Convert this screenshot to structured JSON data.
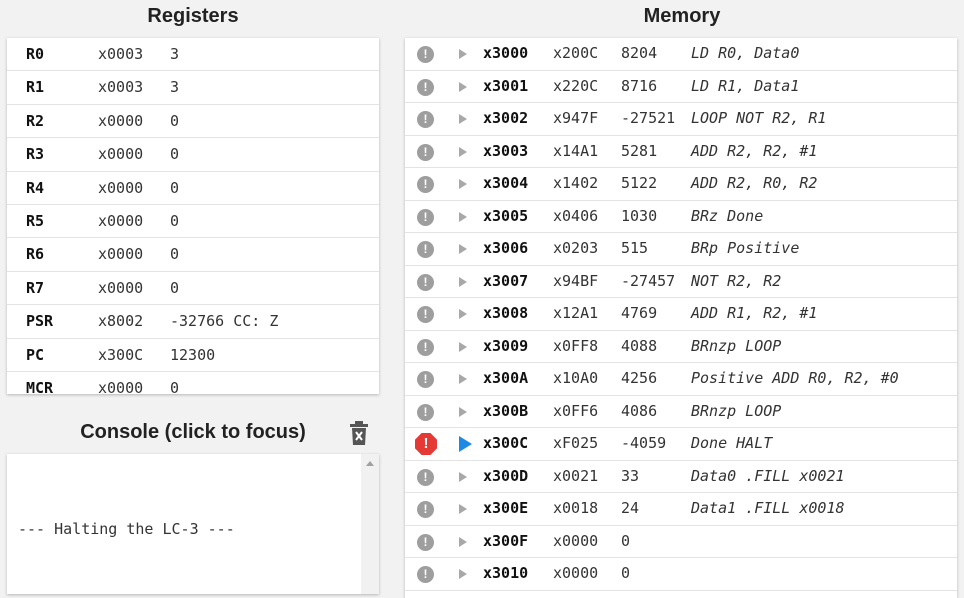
{
  "registers": {
    "title": "Registers",
    "rows": [
      {
        "name": "R0",
        "hex": "x0003",
        "dec": "3"
      },
      {
        "name": "R1",
        "hex": "x0003",
        "dec": "3"
      },
      {
        "name": "R2",
        "hex": "x0000",
        "dec": "0"
      },
      {
        "name": "R3",
        "hex": "x0000",
        "dec": "0"
      },
      {
        "name": "R4",
        "hex": "x0000",
        "dec": "0"
      },
      {
        "name": "R5",
        "hex": "x0000",
        "dec": "0"
      },
      {
        "name": "R6",
        "hex": "x0000",
        "dec": "0"
      },
      {
        "name": "R7",
        "hex": "x0000",
        "dec": "0"
      },
      {
        "name": "PSR",
        "hex": "x8002",
        "dec": "-32766 CC: Z"
      },
      {
        "name": "PC",
        "hex": "x300C",
        "dec": "12300"
      },
      {
        "name": "MCR",
        "hex": "x0000",
        "dec": "0"
      }
    ]
  },
  "console": {
    "title": "Console (click to focus)",
    "output": "--- Halting the LC-3 ---",
    "clear_icon": "trash-icon"
  },
  "memory": {
    "title": "Memory",
    "breakpoint_glyph": "!",
    "rows": [
      {
        "addr": "x3000",
        "hex": "x200C",
        "dec": "8204",
        "inst": "LD R0, Data0",
        "bp": false,
        "pc": false
      },
      {
        "addr": "x3001",
        "hex": "x220C",
        "dec": "8716",
        "inst": "LD R1, Data1",
        "bp": false,
        "pc": false
      },
      {
        "addr": "x3002",
        "hex": "x947F",
        "dec": "-27521",
        "inst": "LOOP NOT R2, R1",
        "bp": false,
        "pc": false
      },
      {
        "addr": "x3003",
        "hex": "x14A1",
        "dec": "5281",
        "inst": "ADD R2, R2, #1",
        "bp": false,
        "pc": false
      },
      {
        "addr": "x3004",
        "hex": "x1402",
        "dec": "5122",
        "inst": "ADD R2, R0, R2",
        "bp": false,
        "pc": false
      },
      {
        "addr": "x3005",
        "hex": "x0406",
        "dec": "1030",
        "inst": "BRz Done",
        "bp": false,
        "pc": false
      },
      {
        "addr": "x3006",
        "hex": "x0203",
        "dec": "515",
        "inst": "BRp Positive",
        "bp": false,
        "pc": false
      },
      {
        "addr": "x3007",
        "hex": "x94BF",
        "dec": "-27457",
        "inst": "NOT R2, R2",
        "bp": false,
        "pc": false
      },
      {
        "addr": "x3008",
        "hex": "x12A1",
        "dec": "4769",
        "inst": "ADD R1, R2, #1",
        "bp": false,
        "pc": false
      },
      {
        "addr": "x3009",
        "hex": "x0FF8",
        "dec": "4088",
        "inst": "BRnzp LOOP",
        "bp": false,
        "pc": false
      },
      {
        "addr": "x300A",
        "hex": "x10A0",
        "dec": "4256",
        "inst": "Positive ADD R0, R2, #0",
        "bp": false,
        "pc": false
      },
      {
        "addr": "x300B",
        "hex": "x0FF6",
        "dec": "4086",
        "inst": "BRnzp LOOP",
        "bp": false,
        "pc": false
      },
      {
        "addr": "x300C",
        "hex": "xF025",
        "dec": "-4059",
        "inst": "Done HALT",
        "bp": true,
        "pc": true
      },
      {
        "addr": "x300D",
        "hex": "x0021",
        "dec": "33",
        "inst": "Data0 .FILL x0021",
        "bp": false,
        "pc": false
      },
      {
        "addr": "x300E",
        "hex": "x0018",
        "dec": "24",
        "inst": "Data1 .FILL x0018",
        "bp": false,
        "pc": false
      },
      {
        "addr": "x300F",
        "hex": "x0000",
        "dec": "0",
        "inst": "",
        "bp": false,
        "pc": false
      },
      {
        "addr": "x3010",
        "hex": "x0000",
        "dec": "0",
        "inst": "",
        "bp": false,
        "pc": false
      }
    ]
  },
  "colors": {
    "breakpoint_active": "#e53935",
    "breakpoint_inactive": "#9e9e9e",
    "pc_arrow_active": "#1e88e5",
    "pc_arrow_inactive": "#a8a8a8"
  }
}
